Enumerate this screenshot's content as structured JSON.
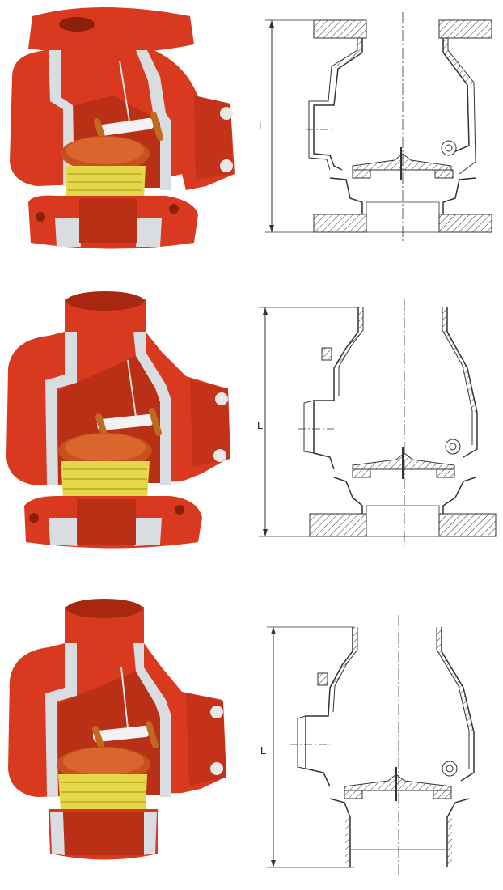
{
  "figures": [
    {
      "id": "flanged-both",
      "dimension_label": "L"
    },
    {
      "id": "grooved-inlet-flanged-outlet",
      "dimension_label": "L"
    },
    {
      "id": "grooved-both",
      "dimension_label": "L"
    }
  ],
  "colors": {
    "body_red": "#d8391f",
    "body_red_dark": "#a8280f",
    "cut_grey": "#d9dde0",
    "seat_yellow": "#e6d84a",
    "clapper_orange": "#c8501e",
    "line": "#333333"
  }
}
